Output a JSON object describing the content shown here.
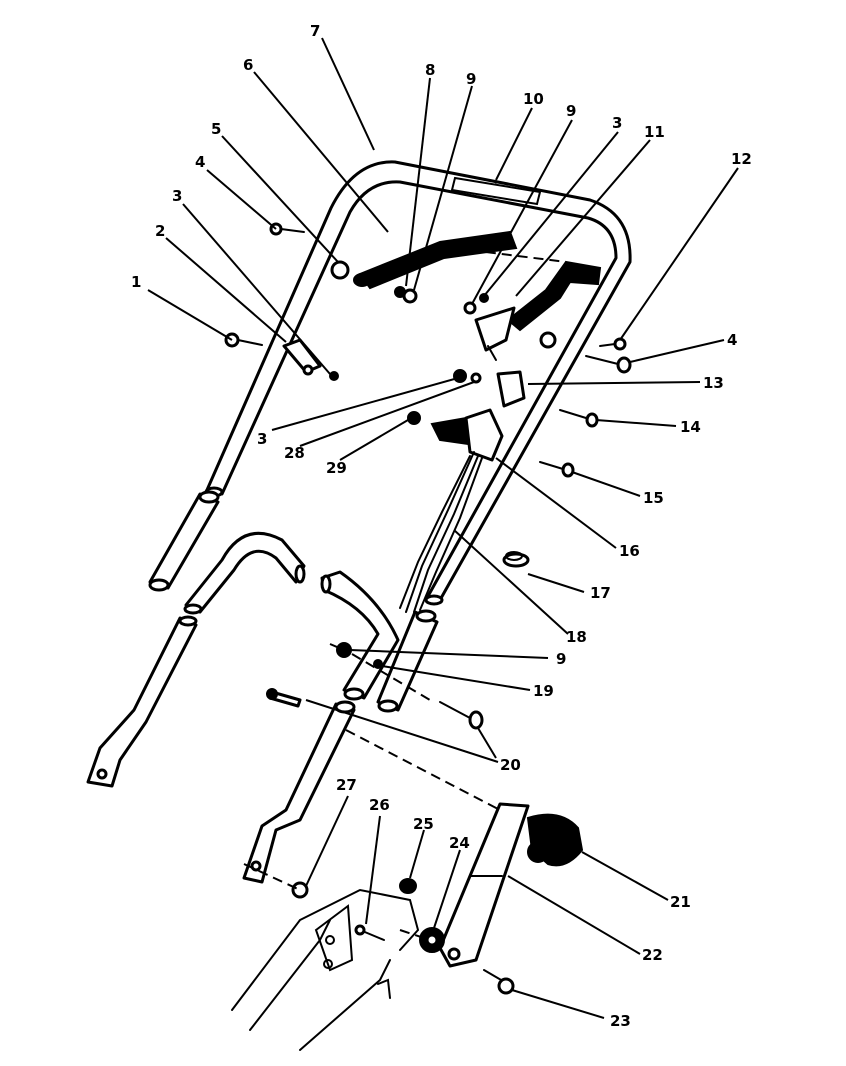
{
  "diagram": {
    "parts": [
      {
        "id": "p1",
        "label": "1"
      },
      {
        "id": "p2",
        "label": "2"
      },
      {
        "id": "p3a",
        "label": "3"
      },
      {
        "id": "p4a",
        "label": "4"
      },
      {
        "id": "p5",
        "label": "5"
      },
      {
        "id": "p6",
        "label": "6"
      },
      {
        "id": "p7",
        "label": "7"
      },
      {
        "id": "p8",
        "label": "8"
      },
      {
        "id": "p9a",
        "label": "9"
      },
      {
        "id": "p10",
        "label": "10"
      },
      {
        "id": "p9b",
        "label": "9"
      },
      {
        "id": "p3b",
        "label": "3"
      },
      {
        "id": "p11",
        "label": "11"
      },
      {
        "id": "p12",
        "label": "12"
      },
      {
        "id": "p4b",
        "label": "4"
      },
      {
        "id": "p13",
        "label": "13"
      },
      {
        "id": "p3c",
        "label": "3"
      },
      {
        "id": "p28",
        "label": "28"
      },
      {
        "id": "p29",
        "label": "29"
      },
      {
        "id": "p14",
        "label": "14"
      },
      {
        "id": "p15",
        "label": "15"
      },
      {
        "id": "p16",
        "label": "16"
      },
      {
        "id": "p17",
        "label": "17"
      },
      {
        "id": "p18",
        "label": "18"
      },
      {
        "id": "p9c",
        "label": "9"
      },
      {
        "id": "p19",
        "label": "19"
      },
      {
        "id": "p20",
        "label": "20"
      },
      {
        "id": "p27",
        "label": "27"
      },
      {
        "id": "p26",
        "label": "26"
      },
      {
        "id": "p25",
        "label": "25"
      },
      {
        "id": "p24",
        "label": "24"
      },
      {
        "id": "p21",
        "label": "21"
      },
      {
        "id": "p22",
        "label": "22"
      },
      {
        "id": "p23",
        "label": "23"
      }
    ]
  }
}
